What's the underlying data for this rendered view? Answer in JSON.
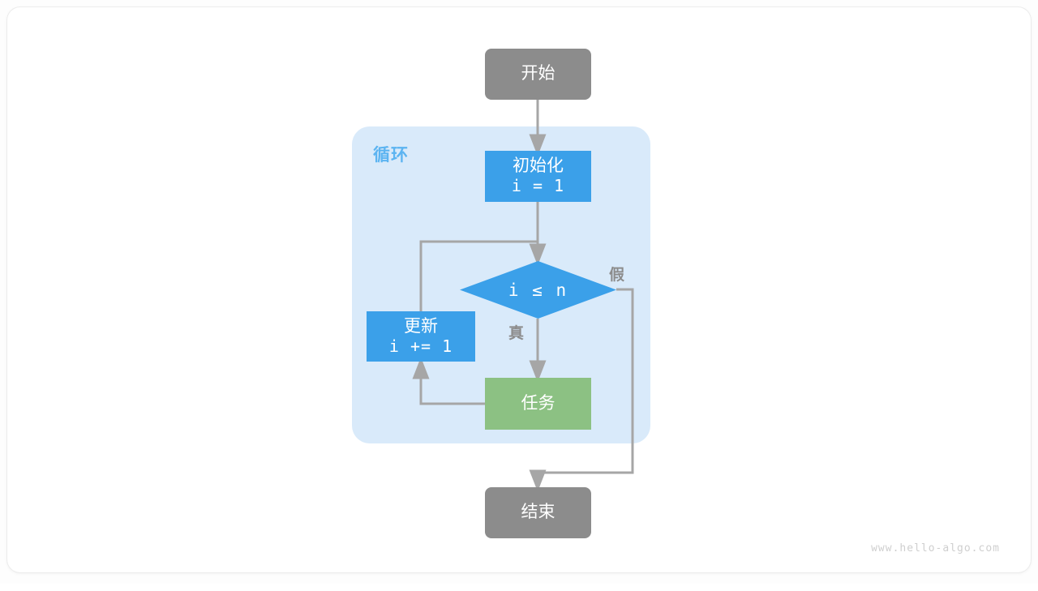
{
  "diagram": {
    "title": "for-loop-flowchart",
    "watermark": "www.hello-algo.com",
    "loop_container": {
      "label": "循环"
    },
    "nodes": {
      "start": {
        "label": "开始",
        "type": "terminal",
        "color": "#8c8c8c"
      },
      "init": {
        "line1": "初始化",
        "line2": "i = 1",
        "type": "process",
        "color": "#3ba0e9"
      },
      "condition": {
        "label": "i ≤ n",
        "type": "decision",
        "color": "#3ba0e9"
      },
      "update": {
        "line1": "更新",
        "line2": "i += 1",
        "type": "process",
        "color": "#3ba0e9"
      },
      "task": {
        "label": "任务",
        "type": "process",
        "color": "#8cc183"
      },
      "end": {
        "label": "结束",
        "type": "terminal",
        "color": "#8c8c8c"
      }
    },
    "branch_labels": {
      "true": "真",
      "false": "假"
    },
    "edge_color": "#a6a6a6",
    "background_color": "#ffffff",
    "loop_background_color": "#d9eafa"
  }
}
